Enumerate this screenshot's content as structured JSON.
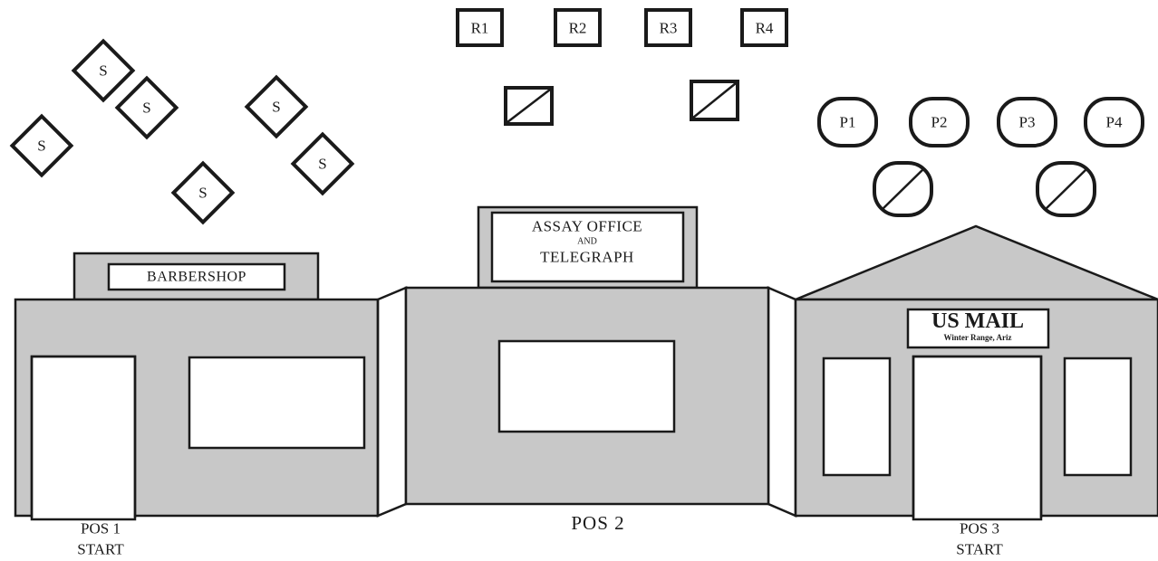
{
  "steel_targets": {
    "s_label": "S",
    "r_labels": [
      "R1",
      "R2",
      "R3",
      "R4"
    ],
    "p_labels": [
      "P1",
      "P2",
      "P3",
      "P4"
    ]
  },
  "buildings": {
    "barbershop": {
      "sign": "BARBERSHOP"
    },
    "assay": {
      "sign_line1": "ASSAY OFFICE",
      "sign_line2": "AND",
      "sign_line3": "TELEGRAPH"
    },
    "mail": {
      "sign_line1": "US MAIL",
      "sign_line2": "Winter Range, Ariz"
    }
  },
  "positions": {
    "pos1_line1": "POS 1",
    "pos1_line2": "START",
    "pos2": "POS 2",
    "pos3_line1": "POS 3",
    "pos3_line2": "START"
  },
  "colors": {
    "building_fill": "#c8c8c8",
    "outline": "#1a1a1a"
  }
}
